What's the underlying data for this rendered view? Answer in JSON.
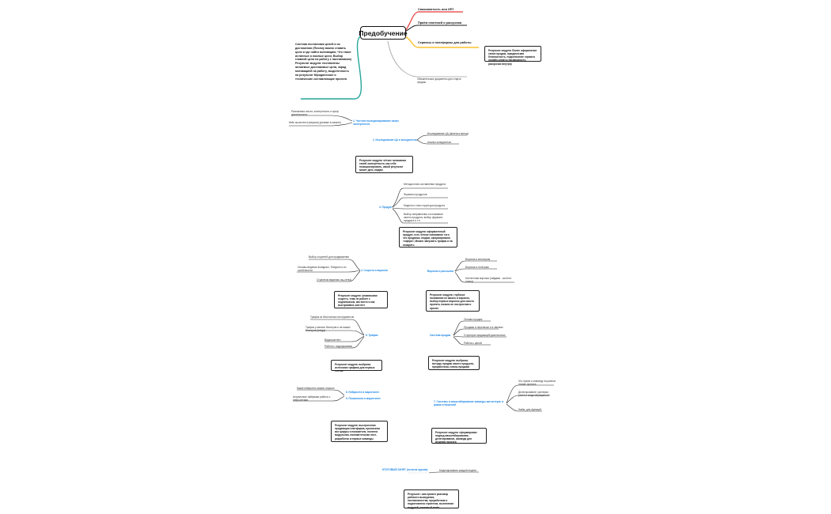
{
  "root": "Предобучение",
  "note": "Система постановки целей и их достижения (Почему важно ставить цели и где найти мотивацию; Что такое истинные и ложные цели; Выбор главной цели на работу с наставником) Результат модуля: поставлены желаемые достижимые цели, заряд мотивацией на работу, выделенность на результат Юридические и технические составляющие проекта",
  "main_branches": [
    "Самозанятость или ИП?",
    "Приём платежей и рассрочки",
    "Сервисы и платформы для работы",
    "Обязательные документы для старта продаж"
  ],
  "result_services": "Результат модуля: Более оформление своих продаж, юридическая безопасность, подключение сервиса онлайн-оплаты (возможность рассрочки внутри)",
  "m1": {
    "title": "1. Честное позиционирование своих экспертности",
    "leaves": [
      "Распаковка опыта, экспертности и проф. деятельности",
      "Кейс ассистента (версия) (резюме в канале)"
    ]
  },
  "m2": {
    "title": "2. Исследование ЦА и конкурентов",
    "leaves": [
      "Исследование ЦА (анкета и метод)",
      "Анализ конкурентов"
    ],
    "result": "Результат модуля: чёткое понимание своей экспертности, как себя позиционировать, какой результат может дать людям"
  },
  "m3": {
    "title": "3. Продукт",
    "leaves": [
      "Методология составления продукта",
      "Форматы продуктов",
      "Модели и типы структура продукта",
      "Выбор направления и понимание своего продукта, выбор формата продукта и т.п."
    ],
    "result": "Результат модуля: оформленный продукт, есть чёткое понимание того что продаешь людям, сформирована «офера», Можно запускать трафик и на позарить"
  },
  "m4": {
    "title": "4. Соцсети и воронки",
    "leaves": [
      "Выбор соцсетей для продвижения",
      "Основы ведения Instagram, Telegram и их особенности",
      "Стратегия ведения соц.сетей"
    ],
    "result": "Результат модуля: упаковывая соцсеть, тема не работе с подписчиком, как вести и как выстраивать контент"
  },
  "m5": {
    "title": "Воронки и рассылки",
    "leaves": [
      "Воронка в инстаграм",
      "Воронка в телеграм",
      "Контентная воронка (гайдами - контент плана)"
    ],
    "result": "Результат модуля: глубокое понимание из какого и воронок, выбор первых воронок для своего проекта, начало их построения и прочее"
  },
  "m6": {
    "title": "6. Трафик",
    "leaves": [
      "Трафик из бесплатных инструментов",
      "Трафик у мелких блогеров и на наших блогеров (telega)",
      "Видеоконтент",
      "Работа с подрядчиками"
    ],
    "result": "Результат модуля: выбраны источники трафика для первых тестов"
  },
  "m7": {
    "title": "Система продаж",
    "leaves": [
      "Основы продаж",
      "Продажи в переписке и в звонках",
      "Структура продающей диагностики",
      "Работа с ценой"
    ],
    "result": "Результат модуля: выбраны методы продаж своего продукта, проработаны схемы продажи"
  },
  "m8": {
    "title": "8. Нейросети в маркетинге",
    "subtitle": "9. Психология в маркетинге",
    "leaves": [
      "Какие нейросеть можно открыть",
      "Актуальные лайфхаки работы с нейросетями"
    ],
    "result": "Результат модуля: выстроенная продающая платформа, прописаны все цифры и показатели, понятна модульная, положительная пост-разработка и первые команды"
  },
  "m9": {
    "title": "7. Системы и масштабирование команды как интерес и рамка отношений",
    "leaves": [
      "Что нужно и команду на разных этапах проекта",
      "Делегирование: критерии роста и когда обращаться",
      "Найм, для функций"
    ],
    "result": "Результат модуля: сформирован подход масштабирования, делегирования, команда для ведения проекта"
  },
  "m10": {
    "title": "ИТОГОВЫЙ ЗАЧЕТ (по всем курсам)",
    "leaves": [
      "Моделирование каждой недели"
    ],
    "result": "Результат: сам провел разговор рабочего выведения, наставничества, проработана и подготовлена стратегия, выплнения модулей, итоговый зачёт"
  }
}
